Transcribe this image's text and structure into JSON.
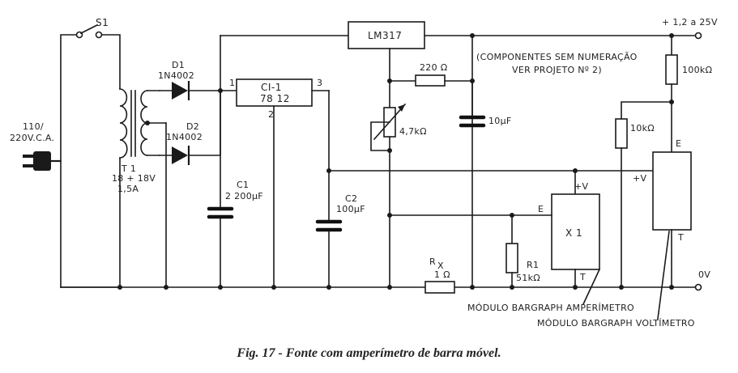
{
  "labels": {
    "s1": "S1",
    "d1": "D1",
    "d1_part": "1N4002",
    "d2": "D2",
    "d2_part": "1N4002",
    "mains_1": "110/",
    "mains_2": "220V.C.A.",
    "t1": "T 1",
    "t1_rating": "18 + 18V",
    "t1_current": "1,5A",
    "ci1_name": "CI-1",
    "ci1_part": "78 12",
    "pin1": "1",
    "pin2": "2",
    "pin3": "3",
    "c1": "C1",
    "c1_value": "2 200µF",
    "c2": "C2",
    "c2_value": "100µF",
    "lm317": "LM317",
    "r220": "220 Ω",
    "pot": "4,7kΩ",
    "c10": "10µF",
    "note_1": "(COMPONENTES SEM NUMERAÇÃO",
    "note_2": "VER PROJETO Nº 2)",
    "vout": "+ 1,2  a 25V",
    "r100k": "100kΩ",
    "r10k": "10kΩ",
    "e_volt": "E",
    "vplus_volt": "+V",
    "t_volt": "T",
    "x1": "X 1",
    "vplus_x1": "+V",
    "e_x1": "E",
    "t_x1": "T",
    "r1": "R1",
    "r1_value": "51kΩ",
    "rx": "R",
    "rx_sub": "X",
    "rx_value": "1 Ω",
    "zero_v": "0V",
    "amp_module": "MÓDULO BARGRAPH AMPERÍMETRO",
    "volt_module": "MÓDULO BARGRAPH VOLTÍMETRO"
  },
  "caption": "Fig. 17 - Fonte com amperímetro de barra móvel."
}
